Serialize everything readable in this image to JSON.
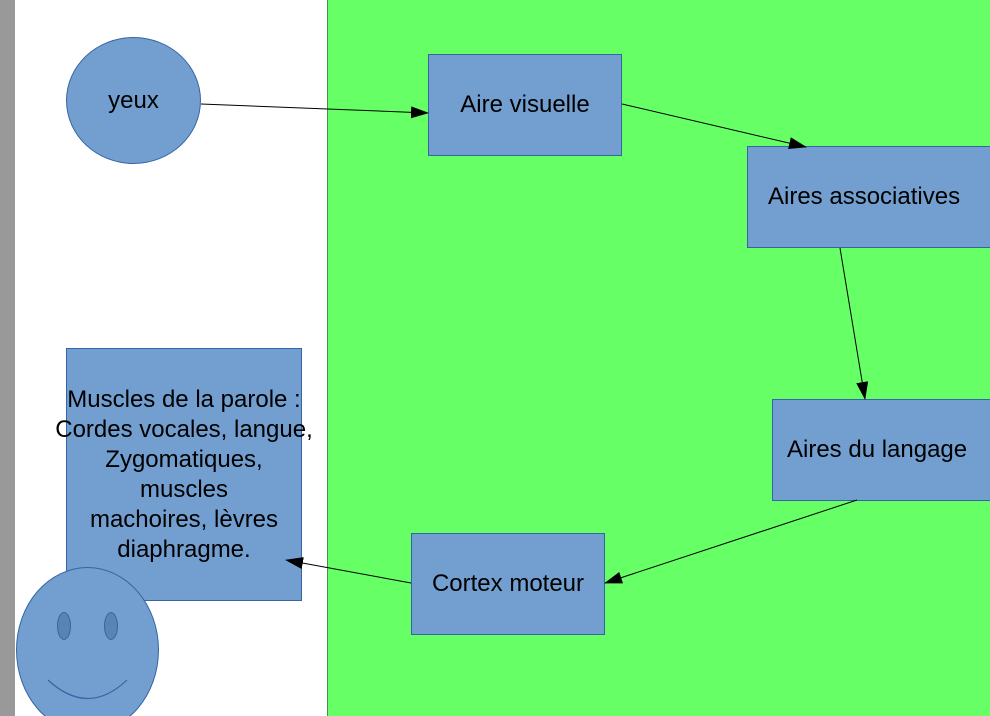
{
  "diagram": {
    "nodes": {
      "eyes": "yeux",
      "visual_area": "Aire visuelle",
      "associative_areas": "Aires associatives",
      "language_areas": "Aires du langage",
      "motor_cortex": "Cortex moteur"
    },
    "muscles": {
      "lines": [
        "Muscles de la parole :",
        "Cordes vocales, langue,",
        "Zygomatiques,",
        "muscles",
        "machoires, lèvres",
        "diaphragme."
      ]
    }
  },
  "colors": {
    "node_fill": "#729fcf",
    "node_border": "#3465a4",
    "zone_green": "#66ff66",
    "left_bar": "#999999"
  }
}
